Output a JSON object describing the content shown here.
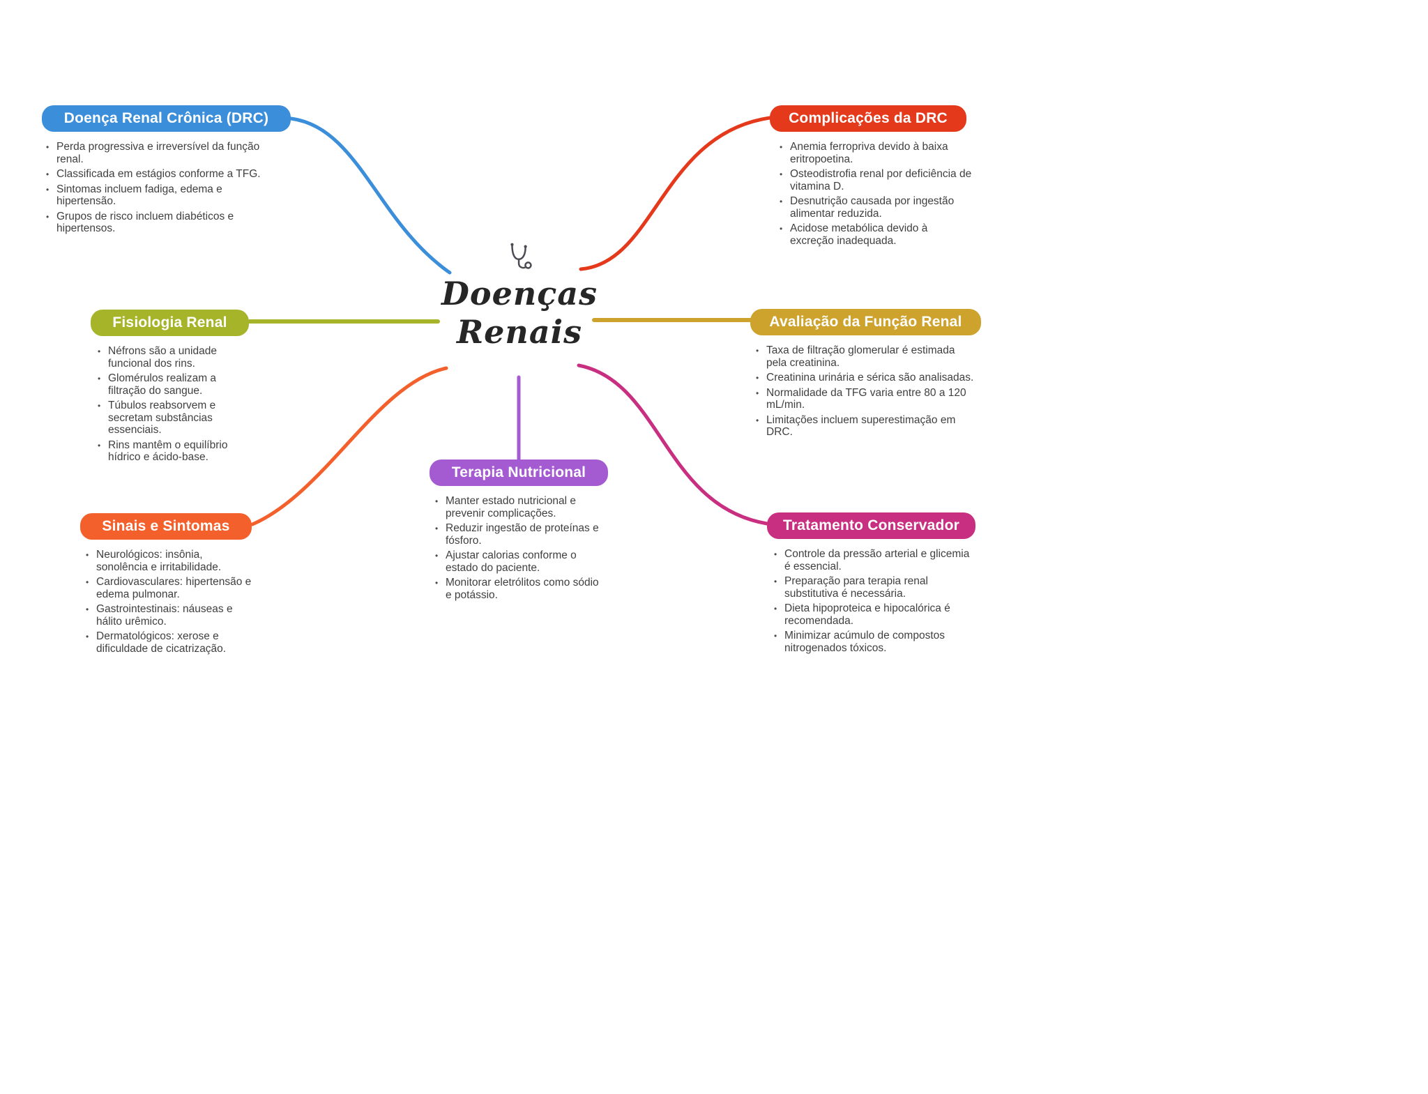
{
  "center": {
    "icon": "stethoscope-icon",
    "title_line1": "Doenças",
    "title_line2": "Renais"
  },
  "branches": {
    "drc": {
      "label": "Doença Renal Crônica (DRC)",
      "color": "#3b8ed9",
      "items": [
        "Perda progressiva e irreversível da função renal.",
        "Classificada em estágios conforme a TFG.",
        "Sintomas incluem fadiga, edema e hipertensão.",
        "Grupos de risco incluem diabéticos e hipertensos."
      ]
    },
    "complicacoes": {
      "label": "Complicações da DRC",
      "color": "#e5391c",
      "items": [
        "Anemia ferropriva devido à baixa eritropoetina.",
        "Osteodistrofia renal por deficiência de vitamina D.",
        "Desnutrição causada por ingestão alimentar reduzida.",
        "Acidose metabólica devido à excreção inadequada."
      ]
    },
    "fisiologia": {
      "label": "Fisiologia Renal",
      "color": "#a6b429",
      "items": [
        "Néfrons são a unidade funcional dos rins.",
        "Glomérulos realizam a filtração do sangue.",
        "Túbulos reabsorvem e secretam substâncias essenciais.",
        "Rins mantêm o equilíbrio hídrico e ácido-base."
      ]
    },
    "avaliacao": {
      "label": "Avaliação da Função Renal",
      "color": "#cda32d",
      "items": [
        "Taxa de filtração glomerular é estimada pela creatinina.",
        "Creatinina urinária e sérica são analisadas.",
        "Normalidade da TFG varia entre 80 a 120 mL/min.",
        "Limitações incluem superestimação em DRC."
      ]
    },
    "sinais": {
      "label": "Sinais e Sintomas",
      "color": "#f4602c",
      "items": [
        "Neurológicos: insônia, sonolência e irritabilidade.",
        "Cardiovasculares: hipertensão e edema pulmonar.",
        "Gastrointestinais: náuseas e hálito urêmico.",
        "Dermatológicos: xerose e dificuldade de cicatrização."
      ]
    },
    "tratamento": {
      "label": "Tratamento Conservador",
      "color": "#c92f80",
      "items": [
        "Controle da pressão arterial e glicemia é essencial.",
        "Preparação para terapia renal substitutiva é necessária.",
        "Dieta hipoproteica e hipocalórica é recomendada.",
        "Minimizar acúmulo de compostos nitrogenados tóxicos."
      ]
    },
    "terapia": {
      "label": "Terapia Nutricional",
      "color": "#a45ad0",
      "items": [
        "Manter estado nutricional e prevenir complicações.",
        "Reduzir ingestão de proteínas e fósforo.",
        "Ajustar calorias conforme o estado do paciente.",
        "Monitorar eletrólitos como sódio e potássio."
      ]
    }
  }
}
